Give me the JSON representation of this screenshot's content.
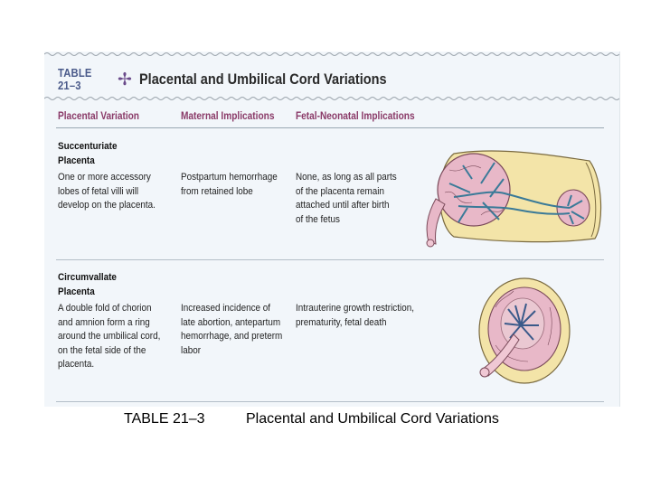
{
  "table": {
    "number": "TABLE 21–3",
    "title": "Placental and Umbilical Cord Variations",
    "columns": [
      "Placental Variation",
      "Maternal Implications",
      "Fetal-Neonatal Implications"
    ],
    "rows": [
      {
        "name": "Succenturiate\nPlacenta",
        "variation": "One or more accessory\nlobes of fetal villi will\ndevelop on the placenta.",
        "maternal": "Postpartum hemorrhage\nfrom retained lobe",
        "fetal": "None, as long as all parts\nof the placenta remain\nattached until after birth\nof the fetus"
      },
      {
        "name": "Circumvallate\nPlacenta",
        "variation": "A double fold of chorion\nand amnion form a ring\naround the umbilical cord,\non the fetal side of the\nplacenta.",
        "maternal": "Increased incidence of\nlate abortion, antepartum\nhemorrhage, and preterm\nlabor",
        "fetal": "Intrauterine growth restriction,\nprematurity, fetal death"
      }
    ]
  },
  "caption": {
    "label": "TABLE 21–3",
    "text": "Placental and Umbilical Cord Variations"
  },
  "colors": {
    "panel": "#f2f6fa",
    "column_header": "#8a3a68",
    "table_number": "#4a5a8a",
    "placenta_tissue": "#e8b8c8",
    "vessels": "#3a7a98",
    "membrane": "#f3e4a8"
  },
  "icons": [
    "cross-icon"
  ]
}
